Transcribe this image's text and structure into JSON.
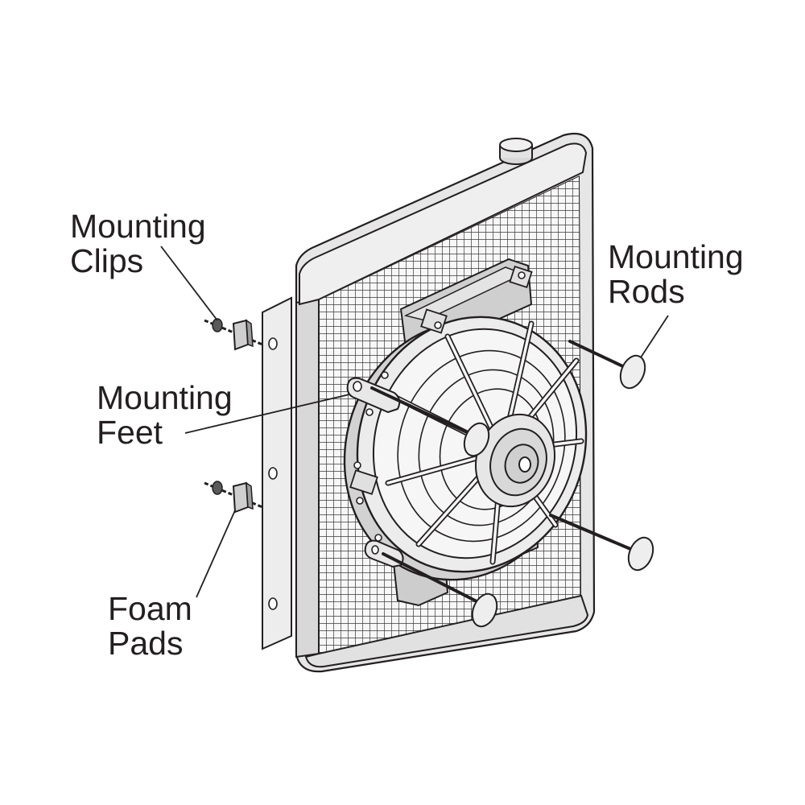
{
  "labels": {
    "mounting_clips": [
      "Mounting",
      "Clips"
    ],
    "mounting_rods": [
      "Mounting",
      "Rods"
    ],
    "mounting_feet": [
      "Mounting",
      "Feet"
    ],
    "foam_pads": [
      "Foam",
      "Pads"
    ]
  },
  "colors": {
    "line": "#231f20",
    "light_fill": "#ececec",
    "mid_fill": "#d6d6d6",
    "dark_fill": "#bdbdbd",
    "background": "#ffffff"
  }
}
